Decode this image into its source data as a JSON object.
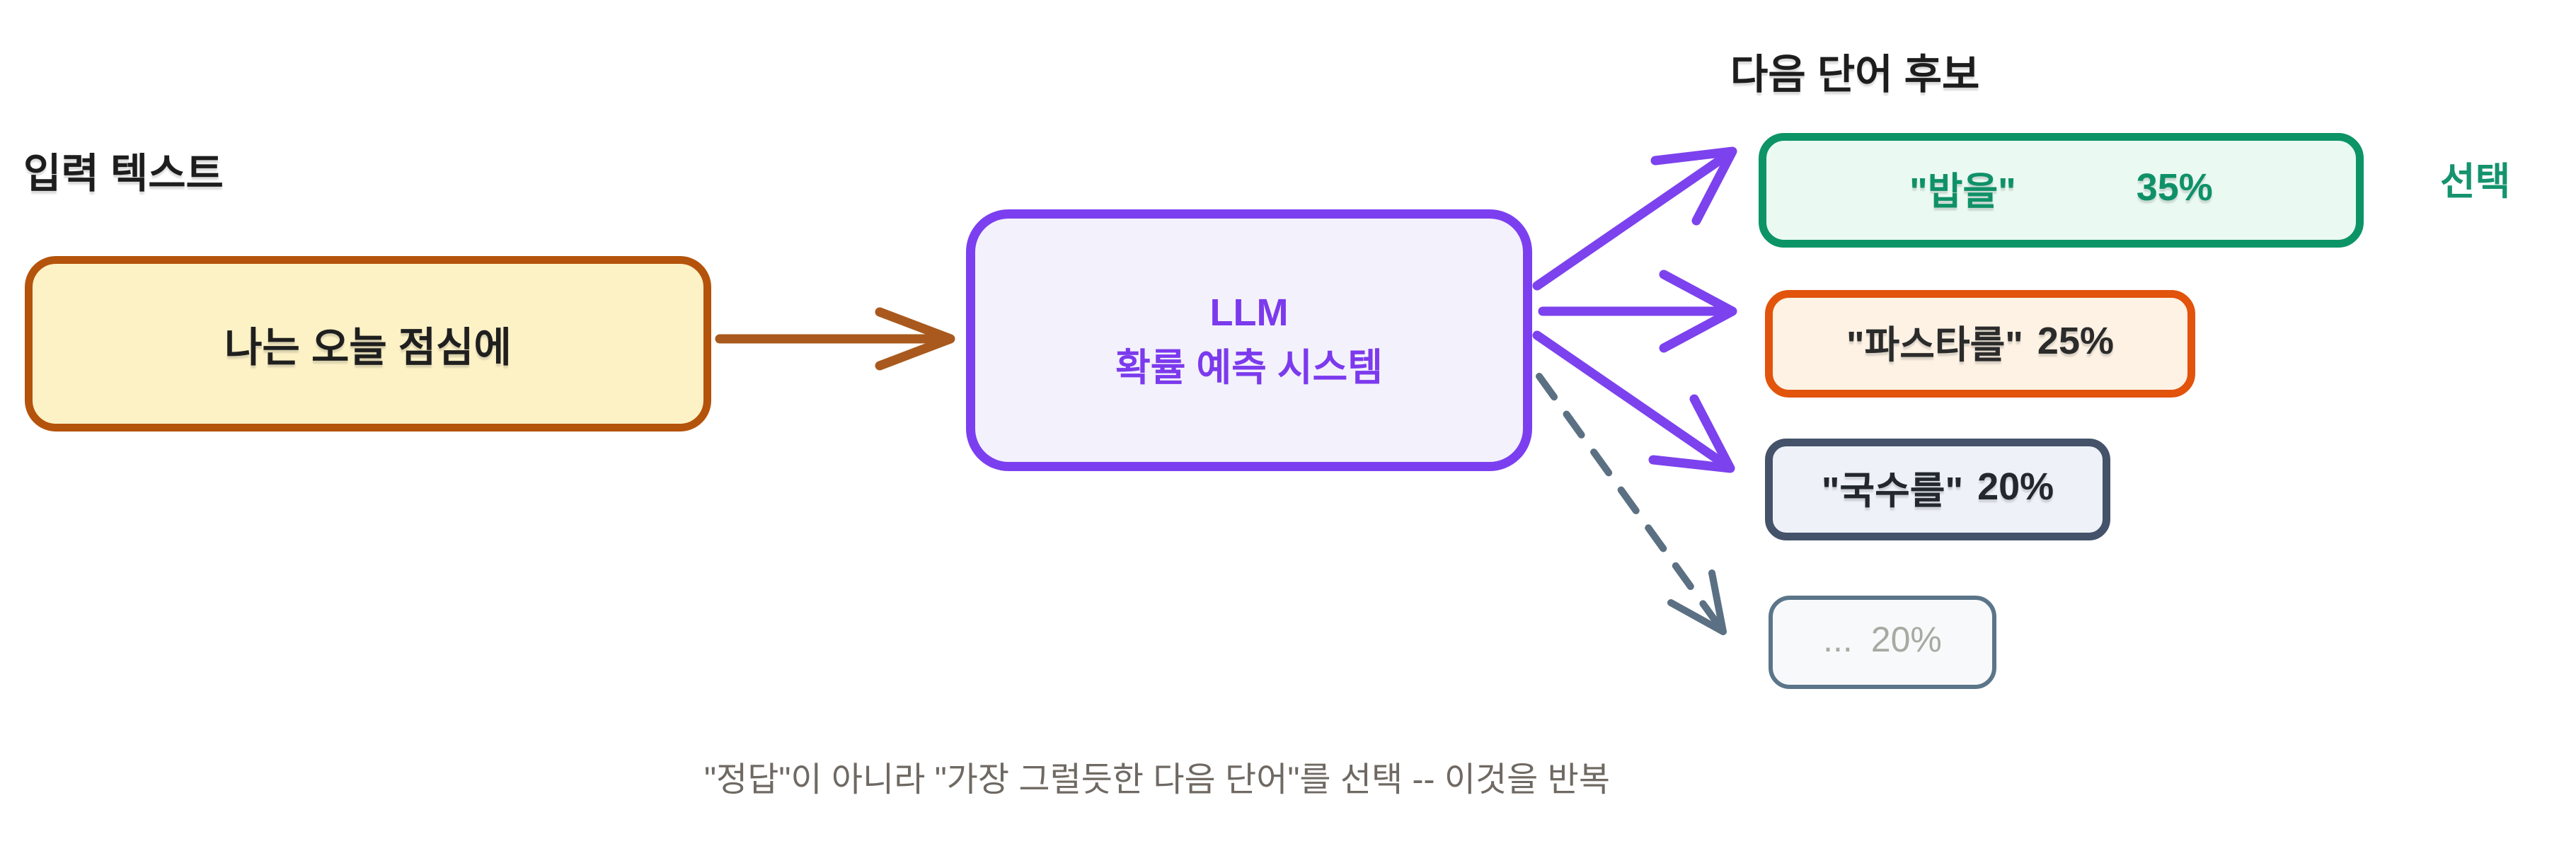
{
  "diagram": {
    "input_label": "입력 텍스트",
    "input_node": {
      "text": "나는 오늘 점심에"
    },
    "llm_node": {
      "line1": "LLM",
      "line2": "확률 예측 시스템"
    },
    "candidates_heading": "다음 단어 후보",
    "candidates": [
      {
        "word": "\"밥을\"",
        "prob": "35%",
        "selected": true,
        "style": "green"
      },
      {
        "word": "\"파스타를\"",
        "prob": "25%",
        "selected": false,
        "style": "orange"
      },
      {
        "word": "\"국수를\"",
        "prob": "20%",
        "selected": false,
        "style": "navy"
      },
      {
        "word": "...",
        "prob": "20%",
        "selected": false,
        "style": "gray"
      }
    ],
    "select_label": "선택",
    "caption": "\"정답\"이 아니라 \"가장 그럴듯한 다음 단어\"를 선택 -- 이것을 반복"
  },
  "colors": {
    "background": "#ffffff",
    "label_text": "#1d1d1d",
    "input_fill": "#fdf2c6",
    "input_border": "#b4530b",
    "input_arrow": "#a9591d",
    "llm_fill": "#f3f1fc",
    "llm_border": "#7c3ff0",
    "llm_text": "#7c3aed",
    "purple_arrow": "#7c42ee",
    "green_fill": "#eafaf2",
    "green_border": "#0c9467",
    "green_text": "#0f9168",
    "select_text": "#15936e",
    "orange_fill": "#fdf2e4",
    "orange_border": "#e2530c",
    "navy_fill": "#eef2f8",
    "navy_border": "#44526a",
    "gray_fill": "#f7f9fb",
    "gray_border": "#5b7589",
    "gray_text": "#a7aaa2",
    "dashed_arrow": "#5b7083",
    "caption_text": "#6f6963"
  }
}
